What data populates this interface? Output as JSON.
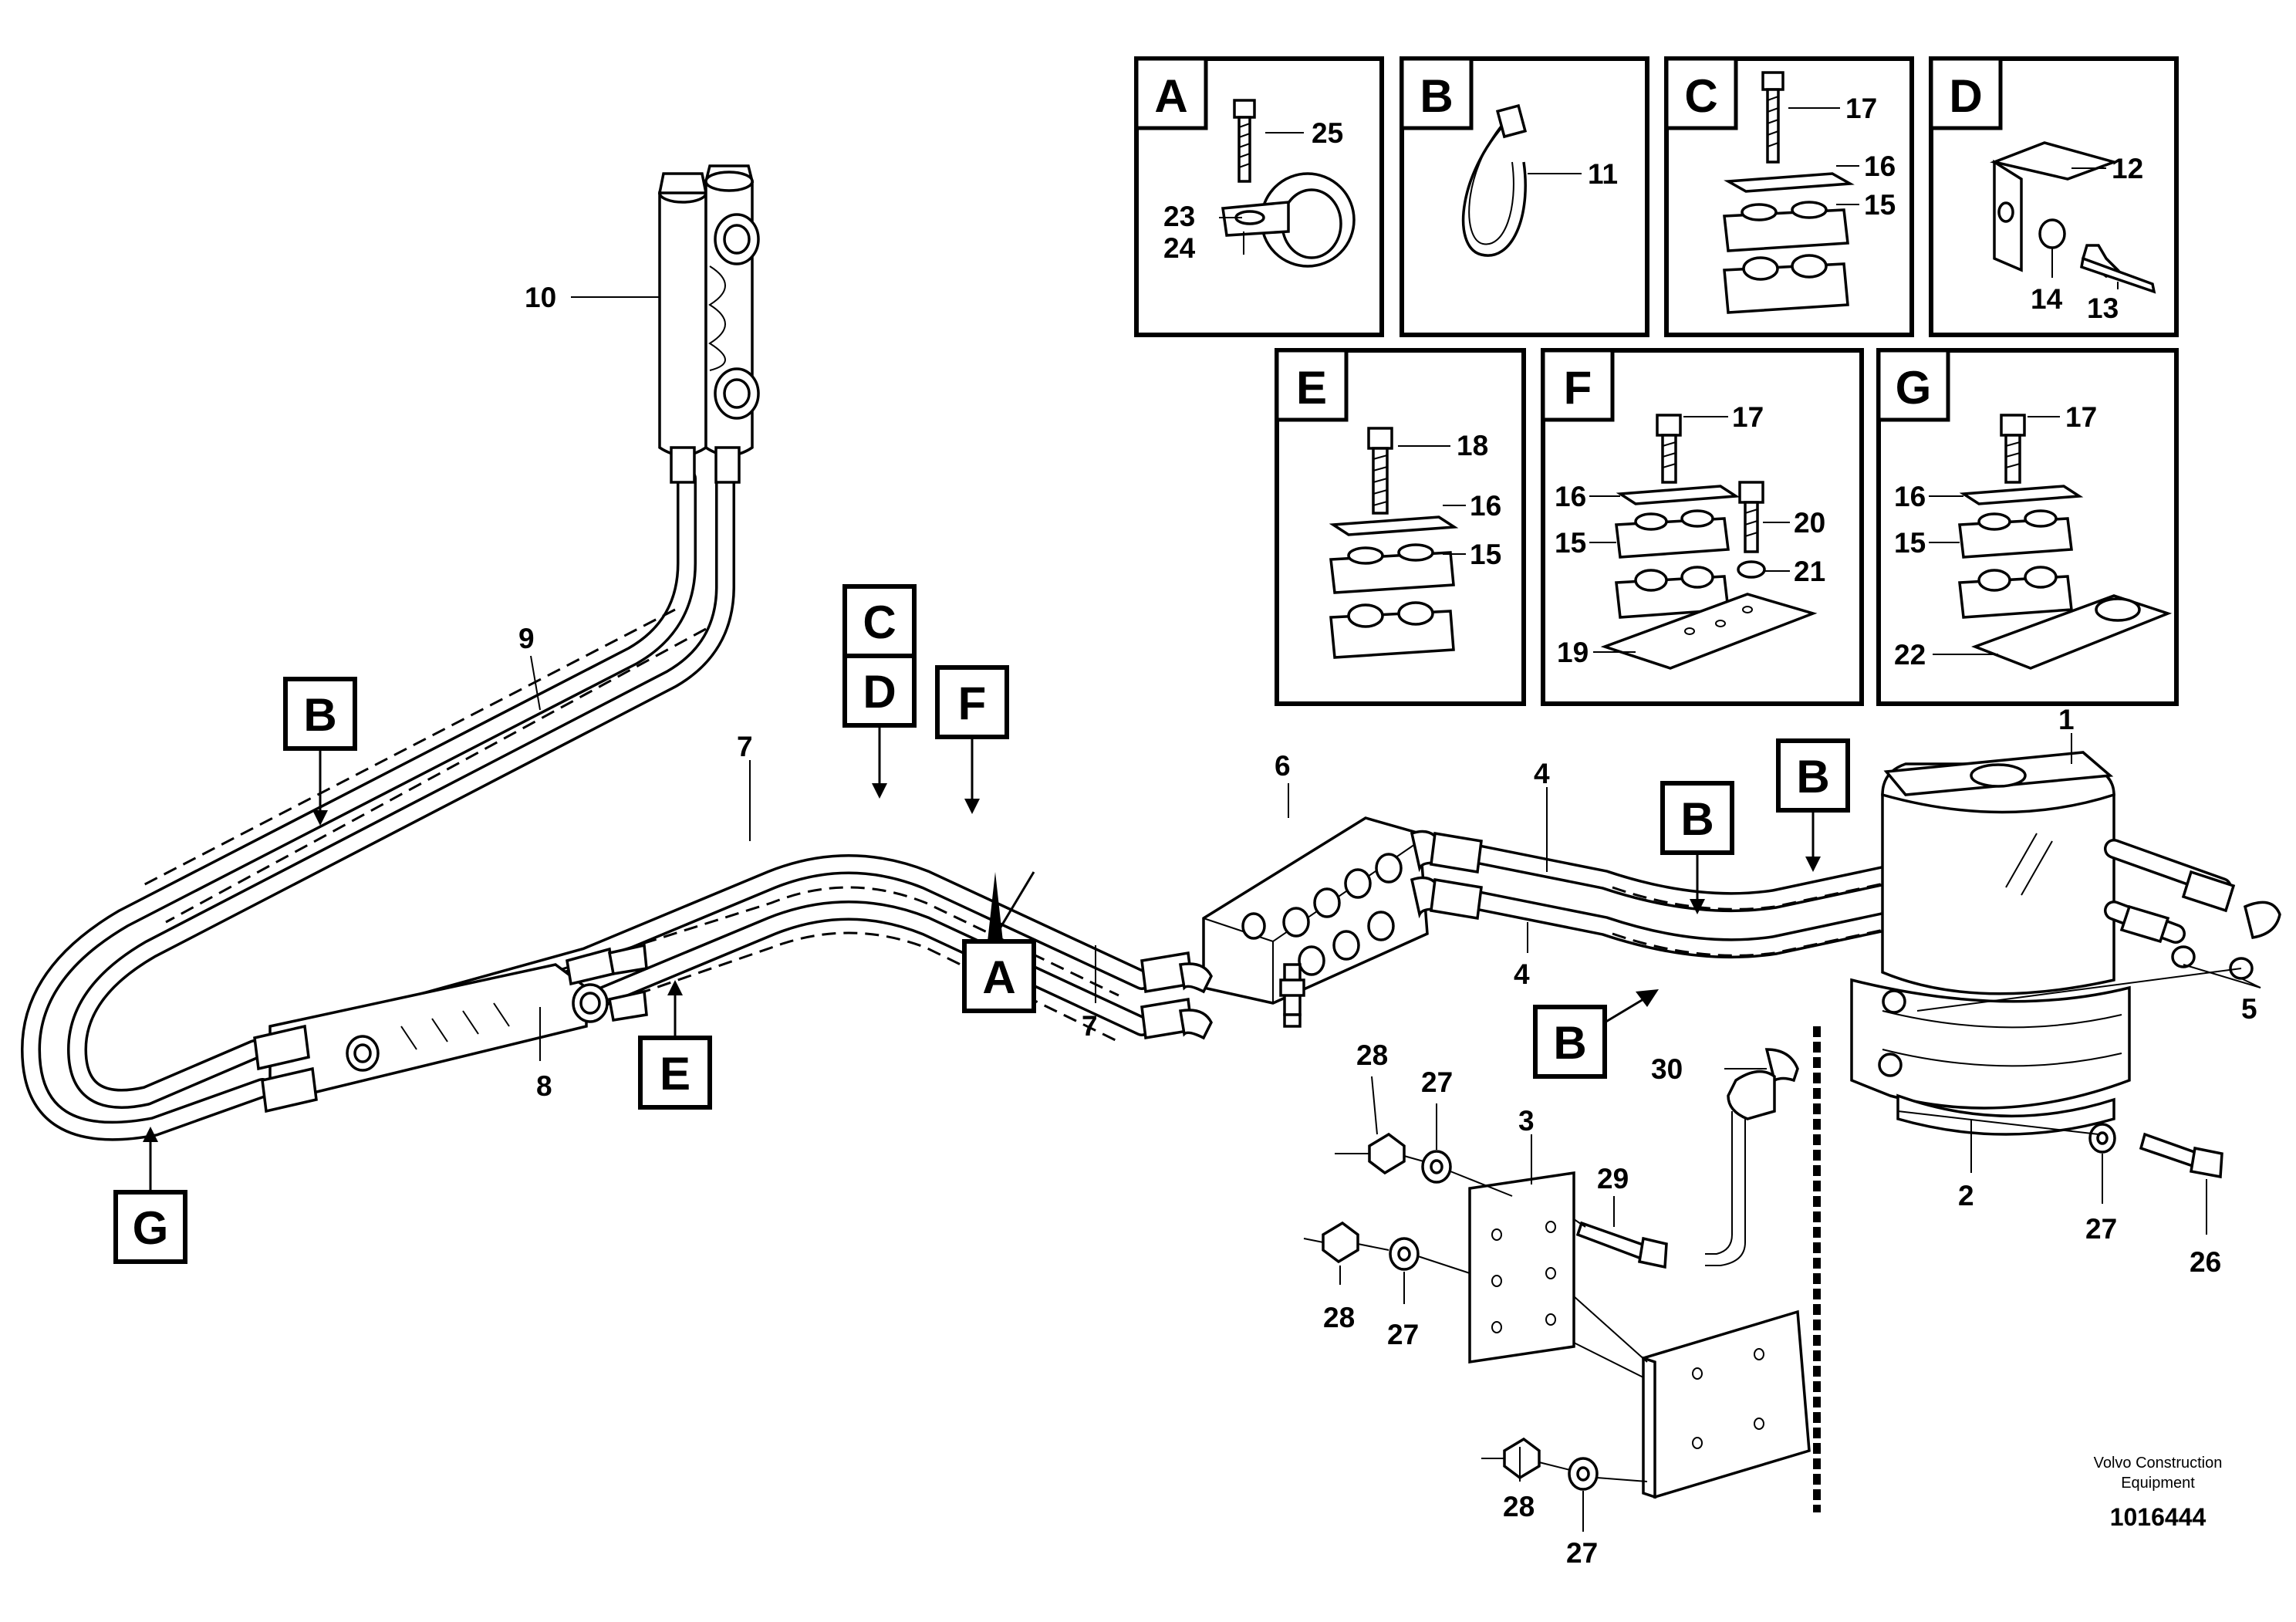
{
  "detail_boxes": [
    {
      "id": "A",
      "label": "A",
      "callouts": [
        "25",
        "23",
        "24"
      ]
    },
    {
      "id": "B",
      "label": "B",
      "callouts": [
        "11"
      ]
    },
    {
      "id": "C",
      "label": "C",
      "callouts": [
        "17",
        "16",
        "15"
      ]
    },
    {
      "id": "D",
      "label": "D",
      "callouts": [
        "12",
        "14",
        "13"
      ]
    },
    {
      "id": "E",
      "label": "E",
      "callouts": [
        "18",
        "16",
        "15"
      ]
    },
    {
      "id": "F",
      "label": "F",
      "callouts": [
        "17",
        "16",
        "15",
        "20",
        "21",
        "19"
      ]
    },
    {
      "id": "G",
      "label": "G",
      "callouts": [
        "17",
        "16",
        "15",
        "22"
      ]
    }
  ],
  "ref_markers": [
    {
      "id": "B-left",
      "label": "B"
    },
    {
      "id": "G-left",
      "label": "G"
    },
    {
      "id": "C-top",
      "label": "C"
    },
    {
      "id": "D-top",
      "label": "D"
    },
    {
      "id": "F-top",
      "label": "F"
    },
    {
      "id": "A-mid",
      "label": "A"
    },
    {
      "id": "E-mid",
      "label": "E"
    },
    {
      "id": "B-right-a",
      "label": "B"
    },
    {
      "id": "B-right-b",
      "label": "B"
    },
    {
      "id": "B-right-c",
      "label": "B"
    }
  ],
  "part_numbers": {
    "p10": "10",
    "p9": "9",
    "p7a": "7",
    "p7b": "7",
    "p8": "8",
    "p6": "6",
    "p4a": "4",
    "p4b": "4",
    "p1": "1",
    "p5": "5",
    "p2": "2",
    "p30": "30",
    "p3": "3",
    "p29": "29",
    "p28a": "28",
    "p27a": "27",
    "p28b": "28",
    "p27b": "27",
    "p28c": "28",
    "p27c": "27",
    "p27d": "27",
    "p26": "26"
  },
  "corner": {
    "company_line1": "Volvo Construction",
    "company_line2": "Equipment",
    "doc_number": "1016444"
  }
}
